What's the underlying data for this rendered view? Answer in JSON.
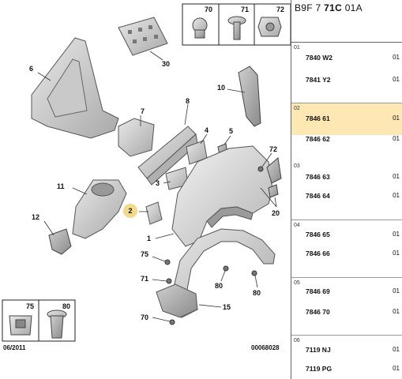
{
  "reference": {
    "prefix": "B9F 7 ",
    "mid": "71C",
    "suffix": " 01A"
  },
  "date": "06/2011",
  "drawing_number": "00068028",
  "highlight_color": "#f3d98a",
  "row_highlight_color": "#fde7b3",
  "callouts": {
    "c1": "1",
    "c2": "2",
    "c3": "3",
    "c4": "4",
    "c5": "5",
    "c6": "6",
    "c7": "7",
    "c8": "8",
    "c10": "10",
    "c11": "11",
    "c12": "12",
    "c15": "15",
    "c20": "20",
    "c30": "30",
    "c70": "70",
    "c71": "71",
    "c72": "72",
    "c75": "75",
    "c80": "80",
    "box_70": "70",
    "box_71": "71",
    "box_72": "72",
    "box_75": "75",
    "box_80": "80"
  },
  "groups": [
    {
      "num": "01",
      "highlighted": false,
      "parts": [
        {
          "part": "7840 W2",
          "qty": "01"
        },
        {
          "part": "7841 Y2",
          "qty": "01"
        }
      ]
    },
    {
      "num": "02",
      "highlighted": true,
      "parts": [
        {
          "part": "7846 61",
          "qty": "01"
        },
        {
          "part": "7846 62",
          "qty": "01"
        }
      ]
    },
    {
      "num": "03",
      "highlighted": false,
      "parts": [
        {
          "part": "7846 63",
          "qty": "01"
        },
        {
          "part": "7846 64",
          "qty": "01"
        }
      ]
    },
    {
      "num": "04",
      "highlighted": false,
      "parts": [
        {
          "part": "7846 65",
          "qty": "01"
        },
        {
          "part": "7846 66",
          "qty": "01"
        }
      ]
    },
    {
      "num": "05",
      "highlighted": false,
      "parts": [
        {
          "part": "7846 69",
          "qty": "01"
        },
        {
          "part": "7846 70",
          "qty": "01"
        }
      ]
    },
    {
      "num": "06",
      "highlighted": false,
      "parts": [
        {
          "part": "7119 NJ",
          "qty": "01"
        },
        {
          "part": "7119 PG",
          "qty": "01"
        }
      ]
    }
  ]
}
